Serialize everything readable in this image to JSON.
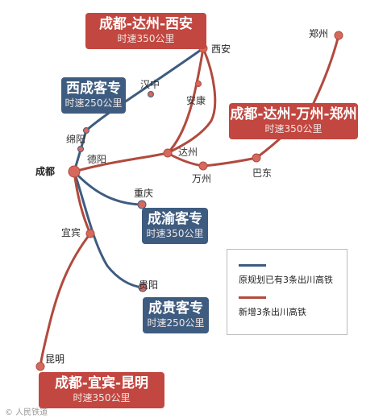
{
  "colors": {
    "new_line": "#b14a3e",
    "existing_line": "#3e5c80",
    "node": "#d6695e"
  },
  "cities": {
    "chengdu": "成都",
    "xian": "西安",
    "zhengzhou": "郑州",
    "hanzhong": "汉中",
    "ankang": "安康",
    "mianyang": "绵阳",
    "deyang": "德阳",
    "dazhou": "达州",
    "wanzhou": "万州",
    "badong": "巴东",
    "chongqing": "重庆",
    "yibin": "宜宾",
    "guiyang": "贵阳",
    "kunming": "昆明"
  },
  "routes": {
    "cheng_da_xi": {
      "name": "成都-达州-西安",
      "speed": "时速350公里"
    },
    "xi_cheng": {
      "name": "西成客专",
      "speed": "时速250公里"
    },
    "cheng_da_wan_zheng": {
      "name": "成都-达州-万州-郑州",
      "speed": "时速350公里"
    },
    "cheng_yu": {
      "name": "成渝客专",
      "speed": "时速350公里"
    },
    "cheng_gui": {
      "name": "成贵客专",
      "speed": "时速250公里"
    },
    "cheng_yi_kun": {
      "name": "成都-宜宾-昆明",
      "speed": "时速350公里"
    }
  },
  "legend": {
    "existing": "原规划已有3条出川高铁",
    "new": "新增3条出川高铁"
  },
  "watermark": "© 人民铁道"
}
